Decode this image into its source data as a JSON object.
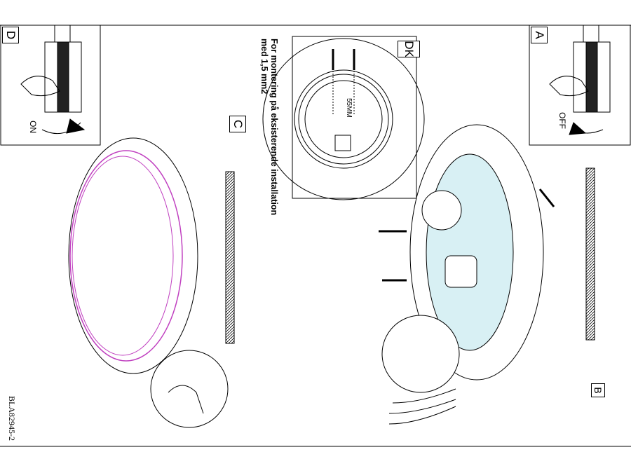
{
  "panels": {
    "a": {
      "label": "A",
      "switch_text": "OFF"
    },
    "b": {
      "label": "B"
    },
    "c": {
      "label": "C"
    },
    "d": {
      "label": "D",
      "switch_text": "ON"
    },
    "dk": {
      "label": "DK",
      "dimension": "55MM"
    }
  },
  "note": {
    "line1": "For montering på eksisterende installation",
    "line2": "med 1,5 mm2"
  },
  "document_code": "BLA82945-2",
  "colors": {
    "line": "#000000",
    "glass_pink": "#c040c0",
    "glass_fill": "#d8f0f4"
  }
}
